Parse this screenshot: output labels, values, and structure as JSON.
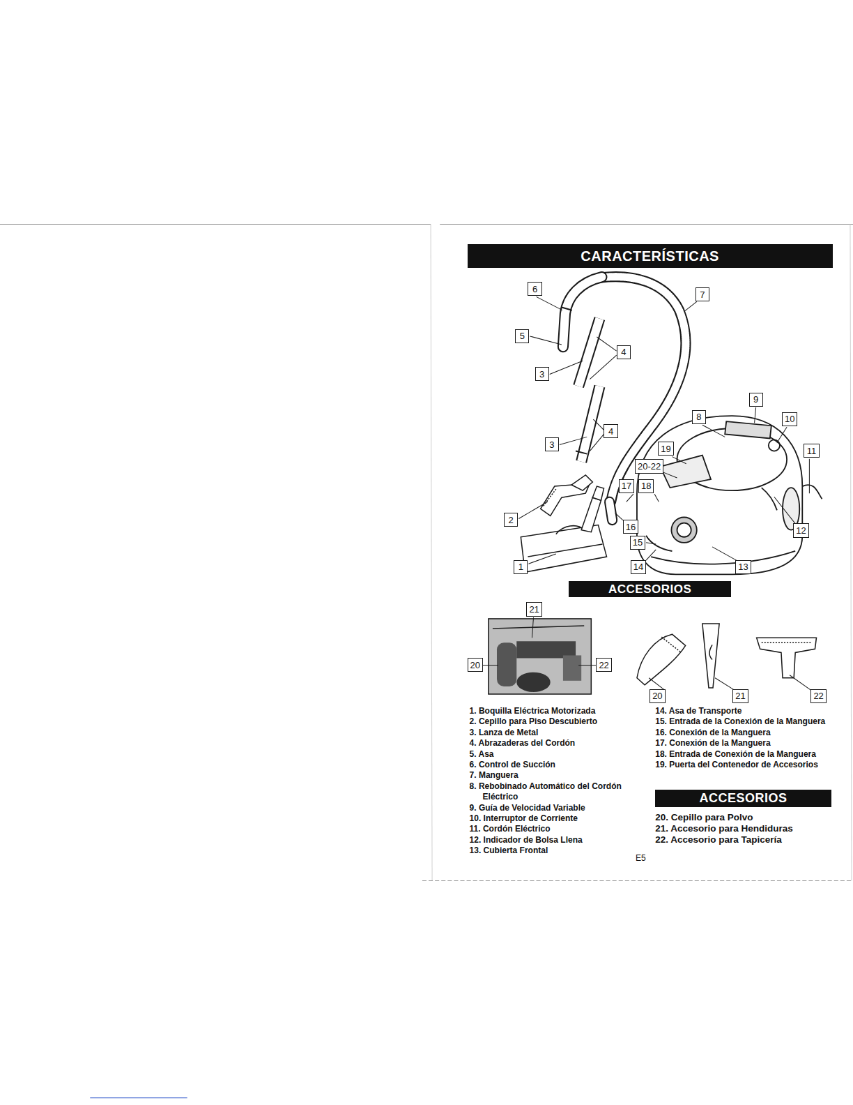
{
  "diagram": {
    "title": "CARACTERÍSTICAS",
    "nodes": [
      {
        "text": [
          "6"
        ]
      },
      {
        "text": [
          "7"
        ]
      },
      {
        "text": [
          "5"
        ]
      },
      {
        "text": [
          "4"
        ]
      },
      {
        "text": [
          "3"
        ]
      },
      {
        "text": [
          "4"
        ]
      },
      {
        "text": [
          "3"
        ]
      },
      {
        "text": [
          "9"
        ]
      },
      {
        "text": [
          "8"
        ]
      },
      {
        "text": [
          "10"
        ]
      },
      {
        "text": [
          "11"
        ]
      },
      {
        "text": [
          "19"
        ]
      },
      {
        "text": [
          "20-22"
        ]
      },
      {
        "text": [
          "17"
        ]
      },
      {
        "text": [
          "18"
        ]
      },
      {
        "text": [
          "16"
        ]
      },
      {
        "text": [
          "2"
        ]
      },
      {
        "text": [
          "15"
        ]
      },
      {
        "text": [
          "12"
        ]
      },
      {
        "text": [
          "14"
        ]
      },
      {
        "text": [
          "13"
        ]
      },
      {
        "text": [
          "1"
        ]
      },
      {
        "text": [
          "ACCESORIOS"
        ]
      },
      {
        "text": [
          "21"
        ]
      },
      {
        "text": [
          "20"
        ]
      },
      {
        "text": [
          "22"
        ]
      },
      {
        "text": [
          "20"
        ]
      },
      {
        "text": [
          "21"
        ]
      },
      {
        "text": [
          "22"
        ]
      },
      {
        "text": [
          "ACCESORIOS"
        ]
      }
    ],
    "labels": [
      "1. Boquilla Eléctrica Motorizada",
      "2. Cepillo para Piso Descubierto",
      "3. Lanza de Metal",
      "4. Abrazaderas del Cordón",
      "5. Asa",
      "6. Control de Succión",
      "7. Manguera",
      "8. Rebobinado Automático del Cordón Eléctrico",
      "9. Guía de Velocidad Variable",
      "10. Interruptor de Corriente",
      "11. Cordón Eléctrico",
      "12. Indicador de Bolsa Llena",
      "13. Cubierta Frontal",
      "14. Asa de Transporte",
      "15. Entrada de la Conexión de la Manguera",
      "16. Conexión de la Manguera",
      "17. Conexión de la Manguera",
      "18. Entrada de Conexión de la Manguera",
      "19. Puerta del Contenedor de Accesorios",
      "20. Cepillo para Polvo",
      "21. Accesorio para Hendiduras",
      "22. Accesorio para Tapicería",
      "E5"
    ]
  }
}
